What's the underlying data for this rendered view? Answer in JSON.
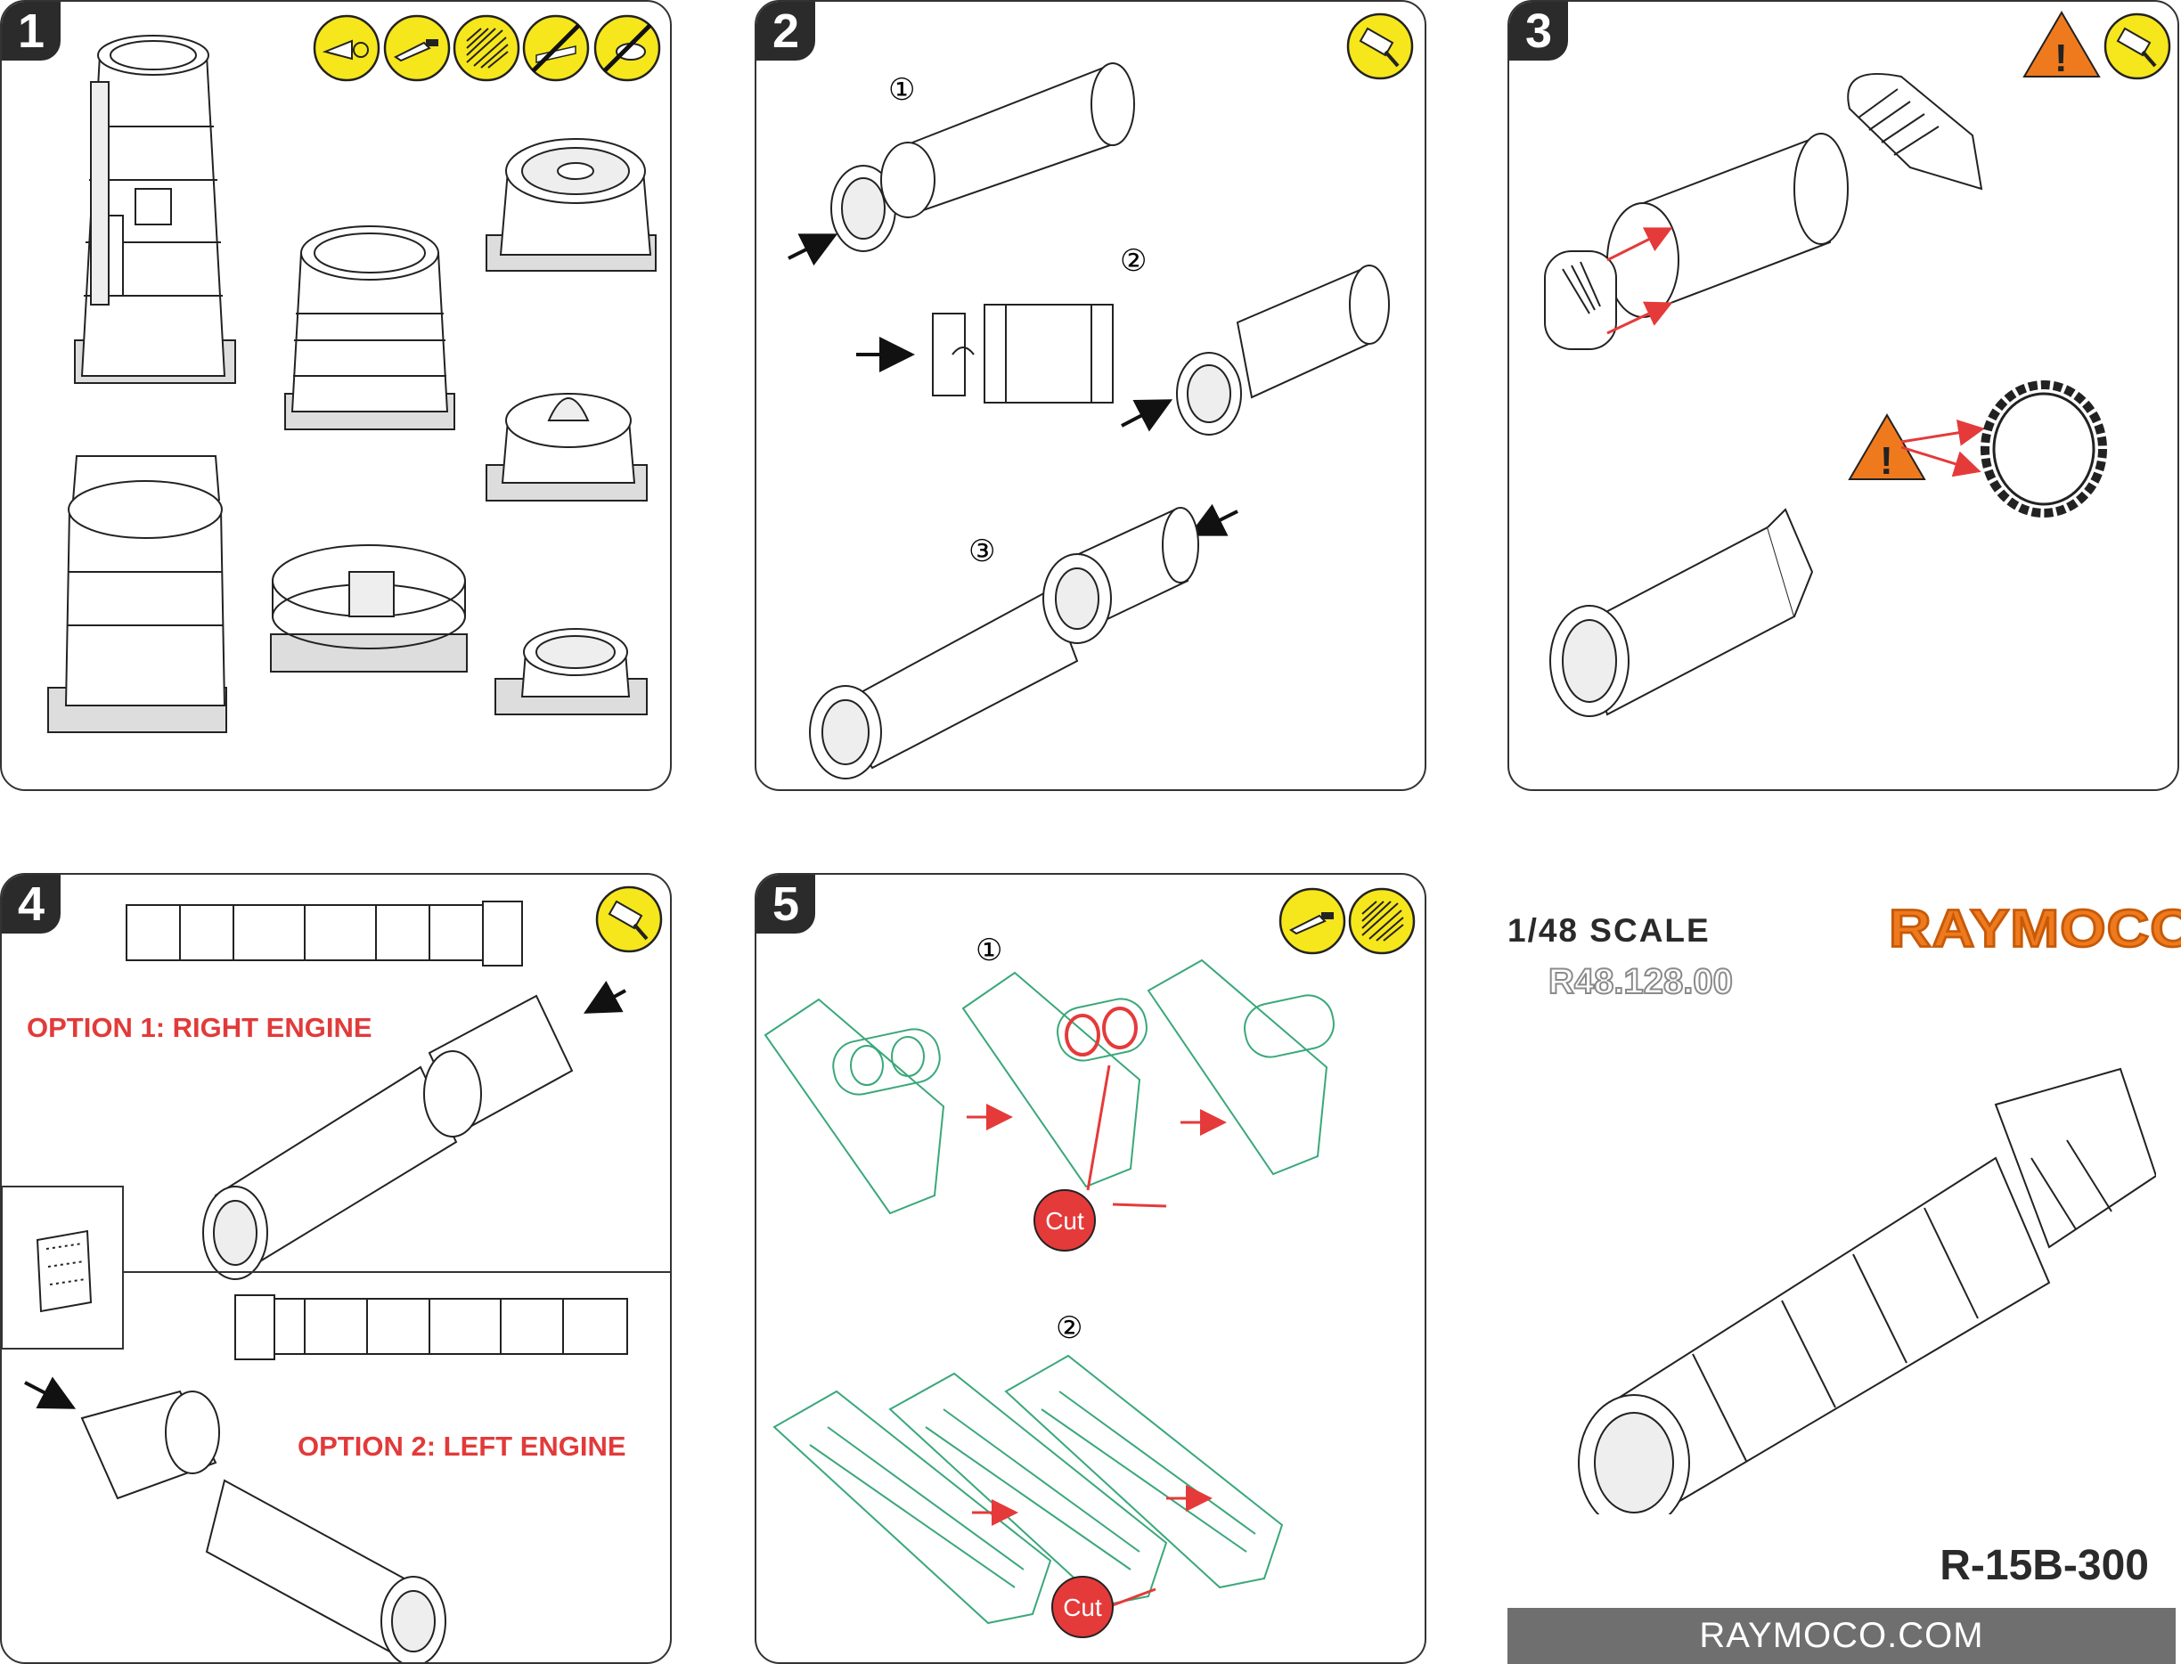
{
  "steps": [
    {
      "number": "1"
    },
    {
      "number": "2"
    },
    {
      "number": "3"
    },
    {
      "number": "4"
    },
    {
      "number": "5"
    }
  ],
  "step2": {
    "sub1": "①",
    "sub2": "②",
    "sub3": "③"
  },
  "step4": {
    "option1": "OPTION 1:  RIGHT ENGINE",
    "option2": "OPTION 2:  LEFT ENGINE"
  },
  "step5": {
    "sub1": "①",
    "sub2": "②",
    "cut_label": "Cut"
  },
  "tool_icons": [
    "hobby-knife-icon",
    "scalpel-icon",
    "file-icon",
    "no-saw-icon",
    "no-cutter-icon",
    "glue-brush-icon",
    "warning-icon"
  ],
  "colors": {
    "tool_yellow": "#f6e61c",
    "warning_orange": "#ef7a1e",
    "cut_red": "#e53a3a",
    "part_green": "#3aa87a",
    "footer_gray": "#6f6f6f"
  },
  "product": {
    "scale": "1/48 SCALE",
    "code": "R48.128.00",
    "brand": "RAYMOCO",
    "engine": "R-15B-300",
    "website": "RAYMOCO.COM"
  }
}
